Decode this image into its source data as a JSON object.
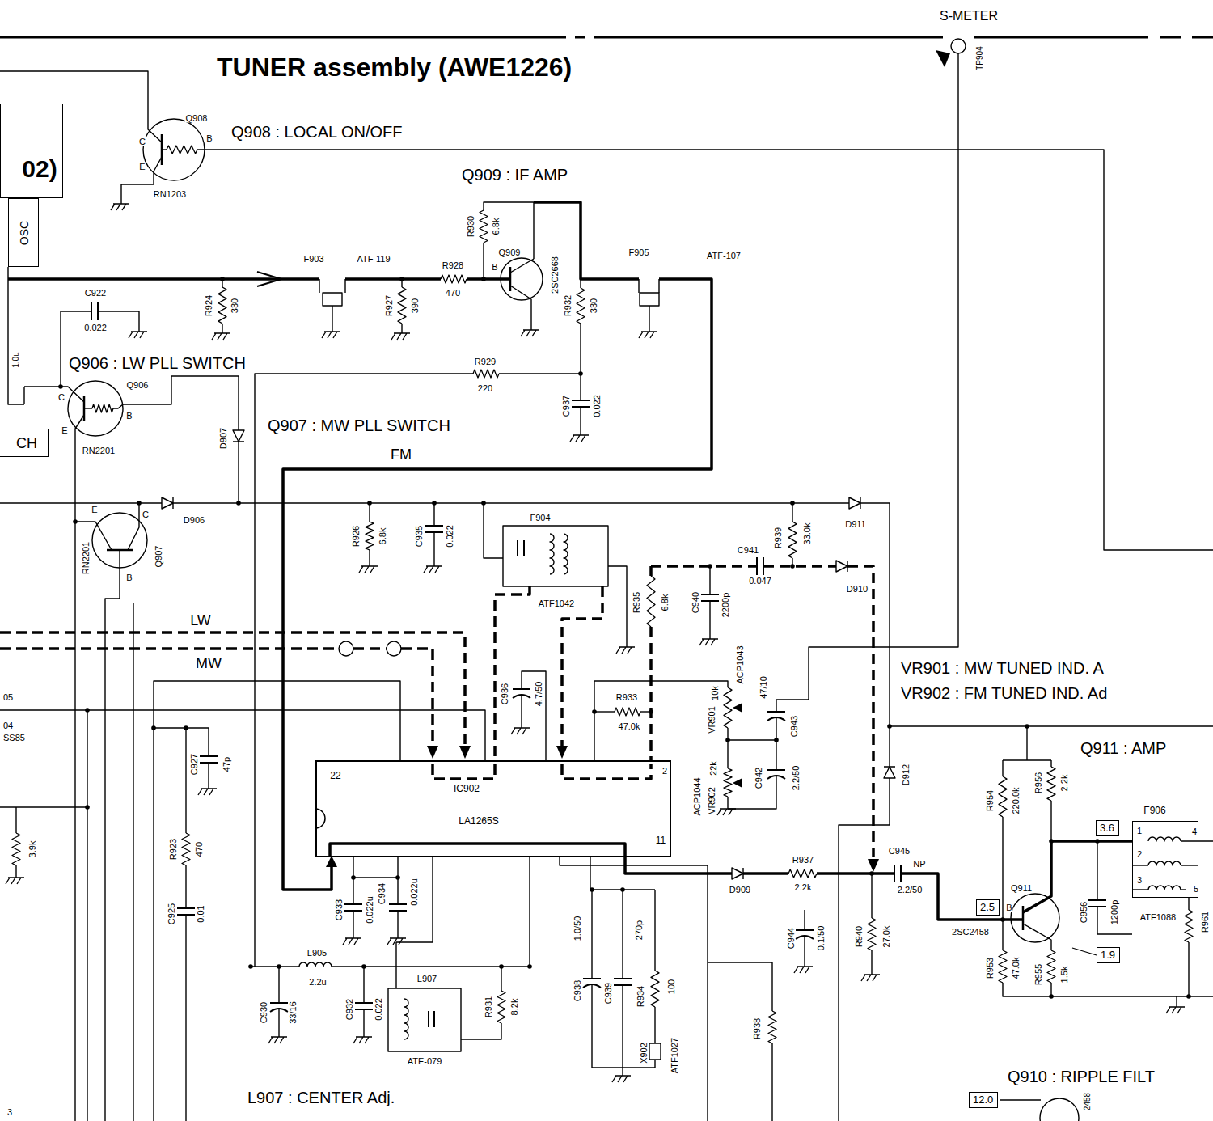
{
  "diagram": {
    "title": "TUNER assembly (AWE1226)",
    "nodes": [
      {
        "text": [
          "02)"
        ]
      },
      {
        "text": [
          "OSC"
        ]
      },
      {
        "text": [
          "CH"
        ]
      },
      {
        "text": [
          "22",
          "IC902",
          "LA1265S",
          "11",
          "2"
        ]
      },
      {
        "text": [
          "F906",
          "1",
          "2",
          "3",
          "4",
          "5"
        ]
      },
      {
        "text": [
          "3.6"
        ]
      },
      {
        "text": [
          "2.5"
        ]
      },
      {
        "text": [
          "1.9"
        ]
      },
      {
        "text": [
          "12.0"
        ]
      }
    ],
    "labels": [
      "S-METER",
      "TP904",
      "Q908",
      "C",
      "B",
      "E",
      "RN1203",
      "Q908 : LOCAL ON/OFF",
      "Q909 : IF AMP",
      "R930",
      "6.8k",
      "Q909",
      "B",
      "2SC2668",
      "F903",
      "ATF-119",
      "R928",
      "470",
      "F905",
      "ATF-107",
      "C922",
      "0.022",
      "R924",
      "330",
      "R927",
      "390",
      "R932",
      "330",
      "1.0u",
      "Q906 : LW PLL SWITCH",
      "Q906",
      "C",
      "B",
      "E",
      "RN2201",
      "R929",
      "220",
      "C937",
      "0.022",
      "D907",
      "Q907 : MW PLL SWITCH",
      "FM",
      "D906",
      "RN2201",
      "E",
      "C",
      "B",
      "Q907",
      "R926",
      "6.8k",
      "C935",
      "0.022",
      "F904",
      "ATF1042",
      "D911",
      "R939",
      "33.0k",
      "C941",
      "0.047",
      "R935",
      "6.8k",
      "C940",
      "2200p",
      "D910",
      "LW",
      "MW",
      "ACP1043",
      "VR901",
      "10k",
      "R933",
      "47.0k",
      "C943",
      "47/10",
      "C936",
      "4.7/50",
      "C942",
      "2.2/50",
      "ACP1044",
      "VR902",
      "22k",
      "C927",
      "47p",
      "VR901 : MW TUNED IND. A",
      "VR902 : FM TUNED IND. Ad",
      "Q911 : AMP",
      "R954",
      "220.0k",
      "R956",
      "2.2k",
      "ATF1088",
      "D912",
      "C945",
      "NP",
      "2.2/50",
      "D909",
      "R937",
      "2.2k",
      "C944",
      "0.1/50",
      "R940",
      "27.0k",
      "Q911",
      "B",
      "2SC2458",
      "C956",
      "1200p",
      "R953",
      "47.0k",
      "R955",
      "1.5k",
      "R961",
      "R923",
      "470",
      "C925",
      "0.01",
      "C933",
      "0.022u",
      "C934",
      "0.022u",
      "L905",
      "2.2u",
      "C930",
      "33/16",
      "C932",
      "0.022",
      "L907",
      "ATE-079",
      "R931",
      "8.2k",
      "1.0/50",
      "C938",
      "C939",
      "270p",
      "R934",
      "100",
      "X902",
      "ATF1027",
      "R938",
      "L907 : CENTER Adj.",
      "Q910 : RIPPLE FILT",
      "2458",
      "3.9k",
      "05",
      "04",
      "SS85",
      "3"
    ]
  }
}
